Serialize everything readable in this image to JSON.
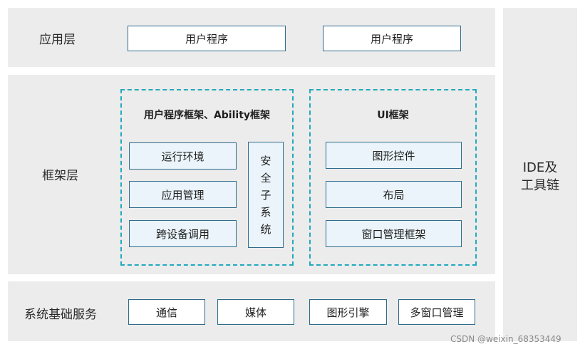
{
  "layers": {
    "app": {
      "label": "应用层",
      "boxes": [
        "用户程序",
        "用户程序"
      ]
    },
    "framework": {
      "label": "框架层",
      "left_group": {
        "title": "用户程序框架、Ability框架",
        "items": [
          "运行环境",
          "应用管理",
          "跨设备调用"
        ],
        "security_chars": [
          "安",
          "全",
          "子",
          "系",
          "统"
        ]
      },
      "right_group": {
        "title": "UI框架",
        "items": [
          "图形控件",
          "布局",
          "窗口管理框架"
        ]
      }
    },
    "system": {
      "label": "系统基础服务",
      "boxes": [
        "通信",
        "媒体",
        "图形引擎",
        "多窗口管理"
      ]
    }
  },
  "ide": {
    "line1": "IDE及",
    "line2": "工具链"
  },
  "watermark": "CSDN @weixin_68353449"
}
